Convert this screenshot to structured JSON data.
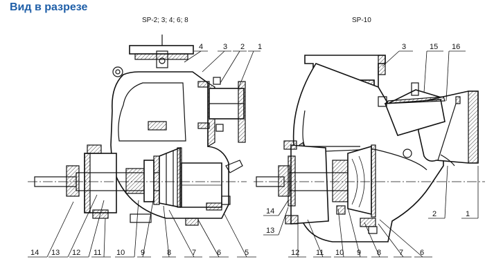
{
  "title": "Вид в разрезе",
  "left_diagram": {
    "subtitle": "SP-2; 3; 4; 6; 8",
    "callouts": [
      "1",
      "2",
      "3",
      "4",
      "5",
      "6",
      "7",
      "8",
      "9",
      "10",
      "11",
      "12",
      "13",
      "14"
    ]
  },
  "right_diagram": {
    "subtitle": "SP-10",
    "callouts": [
      "1",
      "2",
      "3",
      "6",
      "7",
      "8",
      "9",
      "10",
      "11",
      "12",
      "13",
      "14",
      "15",
      "16"
    ]
  },
  "colors": {
    "title": "#1f5fa8",
    "line": "#111111",
    "background": "#ffffff"
  }
}
